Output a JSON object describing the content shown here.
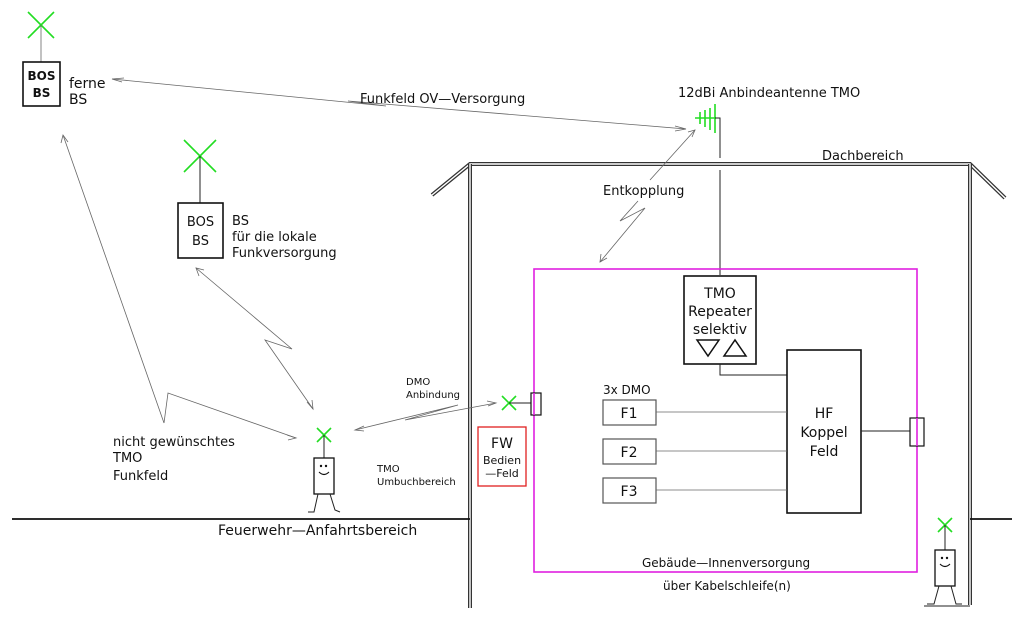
{
  "diagram": {
    "title": "BOS Gebäudefunk / Objektfunk TMO-DMO Versorgung",
    "remote_bs": {
      "box_line1": "BOS",
      "box_line2": "BS",
      "caption_line1": "ferne",
      "caption_line2": "BS"
    },
    "local_bs": {
      "box_line1": "BOS",
      "box_line2": "BS",
      "caption_line1": "BS",
      "caption_line2": "für die lokale",
      "caption_line3": "Funkversorgung"
    },
    "links": {
      "ov_supply": "Funkfeld OV—Versorgung",
      "decoupling": "Entkopplung",
      "dmo_link_line1": "DMO",
      "dmo_link_line2": "Anbindung",
      "tmo_rebook_line1": "TMO",
      "tmo_rebook_line2": "Umbuchbereich",
      "unwanted_line1": "nicht gewünschtes",
      "unwanted_line2": "TMO",
      "unwanted_line3": "Funkfeld"
    },
    "antenna": {
      "label": "12dBi Anbindeantenne TMO"
    },
    "building": {
      "roof_label": "Dachbereich",
      "inner_supply_line1": "Gebäude—Innenversorgung",
      "inner_supply_line2": "über Kabelschleife(n)"
    },
    "repeater": {
      "line1": "TMO",
      "line2": "Repeater",
      "line3": "selektiv"
    },
    "dmo_group": {
      "label": "3x DMO",
      "channels": [
        "F1",
        "F2",
        "F3"
      ]
    },
    "coupler": {
      "line1": "HF",
      "line2": "Koppel",
      "line3": "Feld"
    },
    "fire_panel": {
      "line1": "FW",
      "line2": "Bedien",
      "line3": "—Feld"
    },
    "ground": {
      "label": "Feuerwehr—Anfahrtsbereich"
    },
    "colors": {
      "antenna": "#22dd22",
      "cable_loop": "#e020e0",
      "fire_panel": "#e02020",
      "line": "#111111"
    }
  }
}
